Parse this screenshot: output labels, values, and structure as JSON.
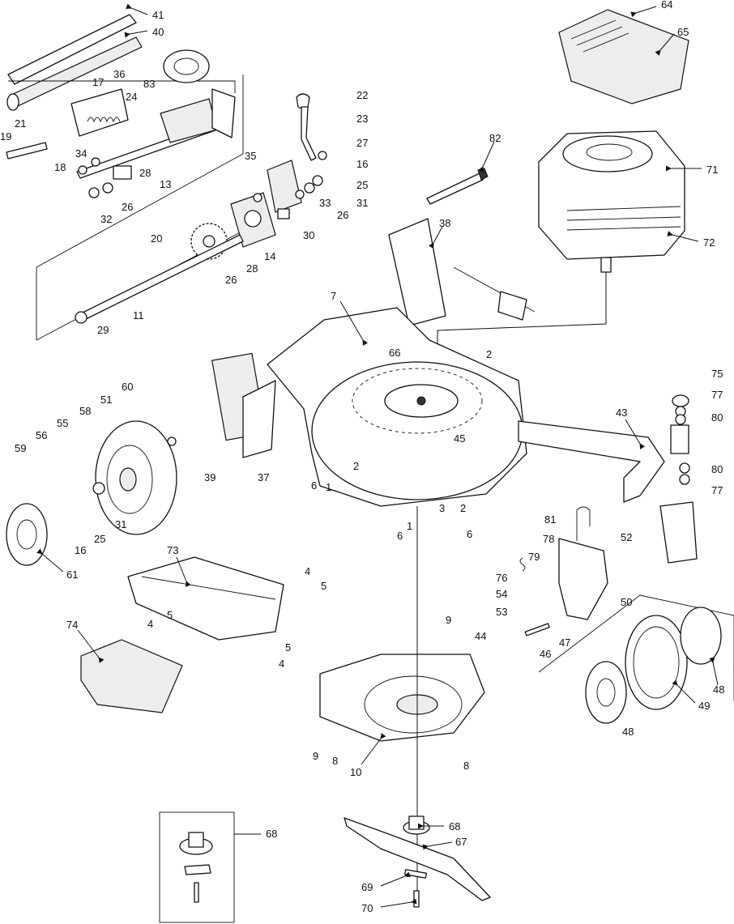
{
  "callouts": [
    "41",
    "40",
    "36",
    "17",
    "83",
    "24",
    "21",
    "19",
    "34",
    "18",
    "13",
    "28",
    "26",
    "32",
    "35",
    "22",
    "23",
    "27",
    "16",
    "25",
    "31",
    "33",
    "26",
    "30",
    "20",
    "14",
    "28",
    "26",
    "11",
    "29",
    "64",
    "65",
    "82",
    "71",
    "72",
    "38",
    "7",
    "66",
    "2",
    "2",
    "45",
    "43",
    "75",
    "77",
    "80",
    "80",
    "77",
    "60",
    "51",
    "58",
    "55",
    "56",
    "59",
    "39",
    "37",
    "6",
    "1",
    "3",
    "2",
    "6",
    "6",
    "1",
    "52",
    "81",
    "78",
    "79",
    "76",
    "54",
    "53",
    "50",
    "44",
    "46",
    "47",
    "61",
    "73",
    "4",
    "5",
    "4",
    "5",
    "5",
    "4",
    "74",
    "9",
    "10",
    "8",
    "8",
    "9",
    "48",
    "49",
    "48",
    "68",
    "67",
    "69",
    "70",
    "68",
    "16",
    "25",
    "31"
  ]
}
